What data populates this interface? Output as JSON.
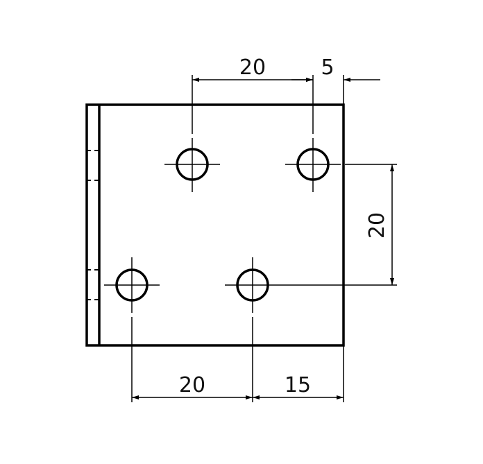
{
  "drawing": {
    "units": "mm",
    "line_color": "#000000",
    "dimensions": {
      "top_hole_spacing": "20",
      "top_edge_offset": "5",
      "right_vertical_spacing": "20",
      "bottom_hole_spacing": "20",
      "bottom_edge_offset": "15"
    }
  }
}
